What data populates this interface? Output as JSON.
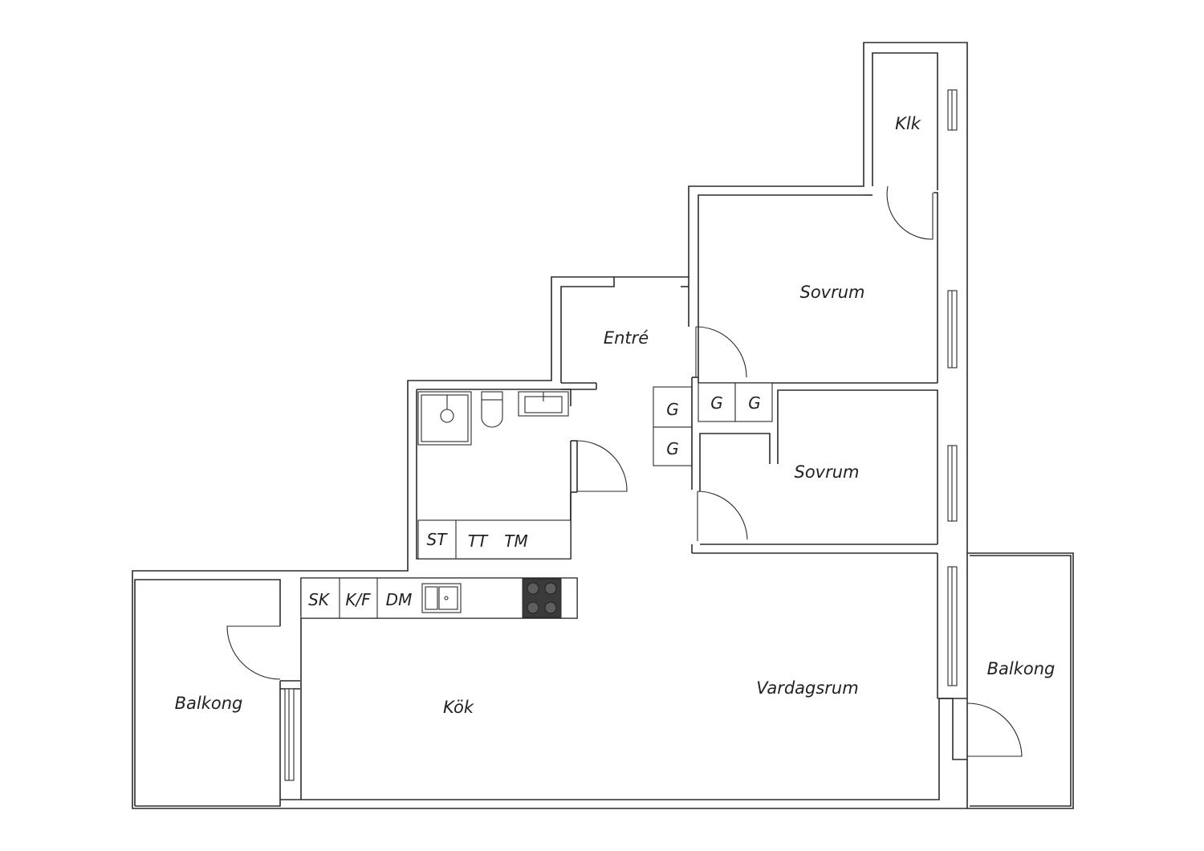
{
  "plan": {
    "rooms": {
      "klk": "Klk",
      "sovrum_1": "Sovrum",
      "entre": "Entré",
      "sovrum_2": "Sovrum",
      "kok": "Kök",
      "vardagsrum": "Vardagsrum",
      "balkong_left": "Balkong",
      "balkong_right": "Balkong"
    },
    "fixtures": {
      "g1": "G",
      "g2": "G",
      "g3": "G",
      "g4": "G",
      "st": "ST",
      "tt": "TT",
      "tm": "TM",
      "sk": "SK",
      "kf": "K/F",
      "dm": "DM"
    }
  }
}
